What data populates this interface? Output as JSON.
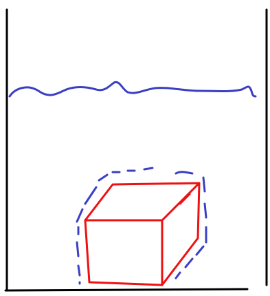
{
  "colors": {
    "background": "#ffffff",
    "container": "#000000",
    "water_line": "#3b3fc4",
    "cube": "#ee1111",
    "cube_outline_dashed": "#3b3fc4"
  },
  "elements": {
    "container": "tank-sides-and-bottom",
    "water": "wavy-water-surface",
    "cube": "solid-cube",
    "dashed_outline": "dashed-blue-outline-around-cube"
  }
}
